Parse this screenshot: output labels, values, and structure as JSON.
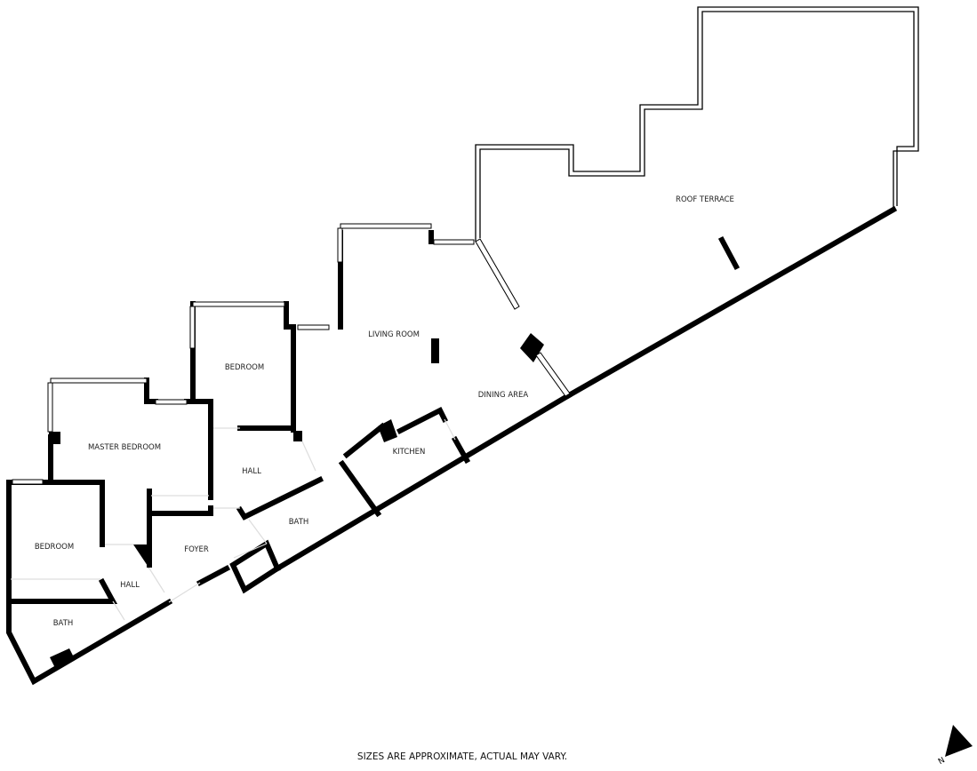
{
  "rooms": {
    "roof_terrace": "ROOF TERRACE",
    "living_room": "LIVING ROOM",
    "dining_area": "DINING AREA",
    "kitchen": "KITCHEN",
    "bedroom_upper": "BEDROOM",
    "master_bedroom": "MASTER BEDROOM",
    "hall_upper": "HALL",
    "bath_middle": "BATH",
    "foyer": "FOYER",
    "bedroom_lower": "BEDROOM",
    "hall_lower": "HALL",
    "bath_lower": "BATH"
  },
  "footer": "SIZES ARE APPROXIMATE, ACTUAL MAY VARY.",
  "compass": {
    "label": "N",
    "icon": "north-arrow-icon"
  }
}
